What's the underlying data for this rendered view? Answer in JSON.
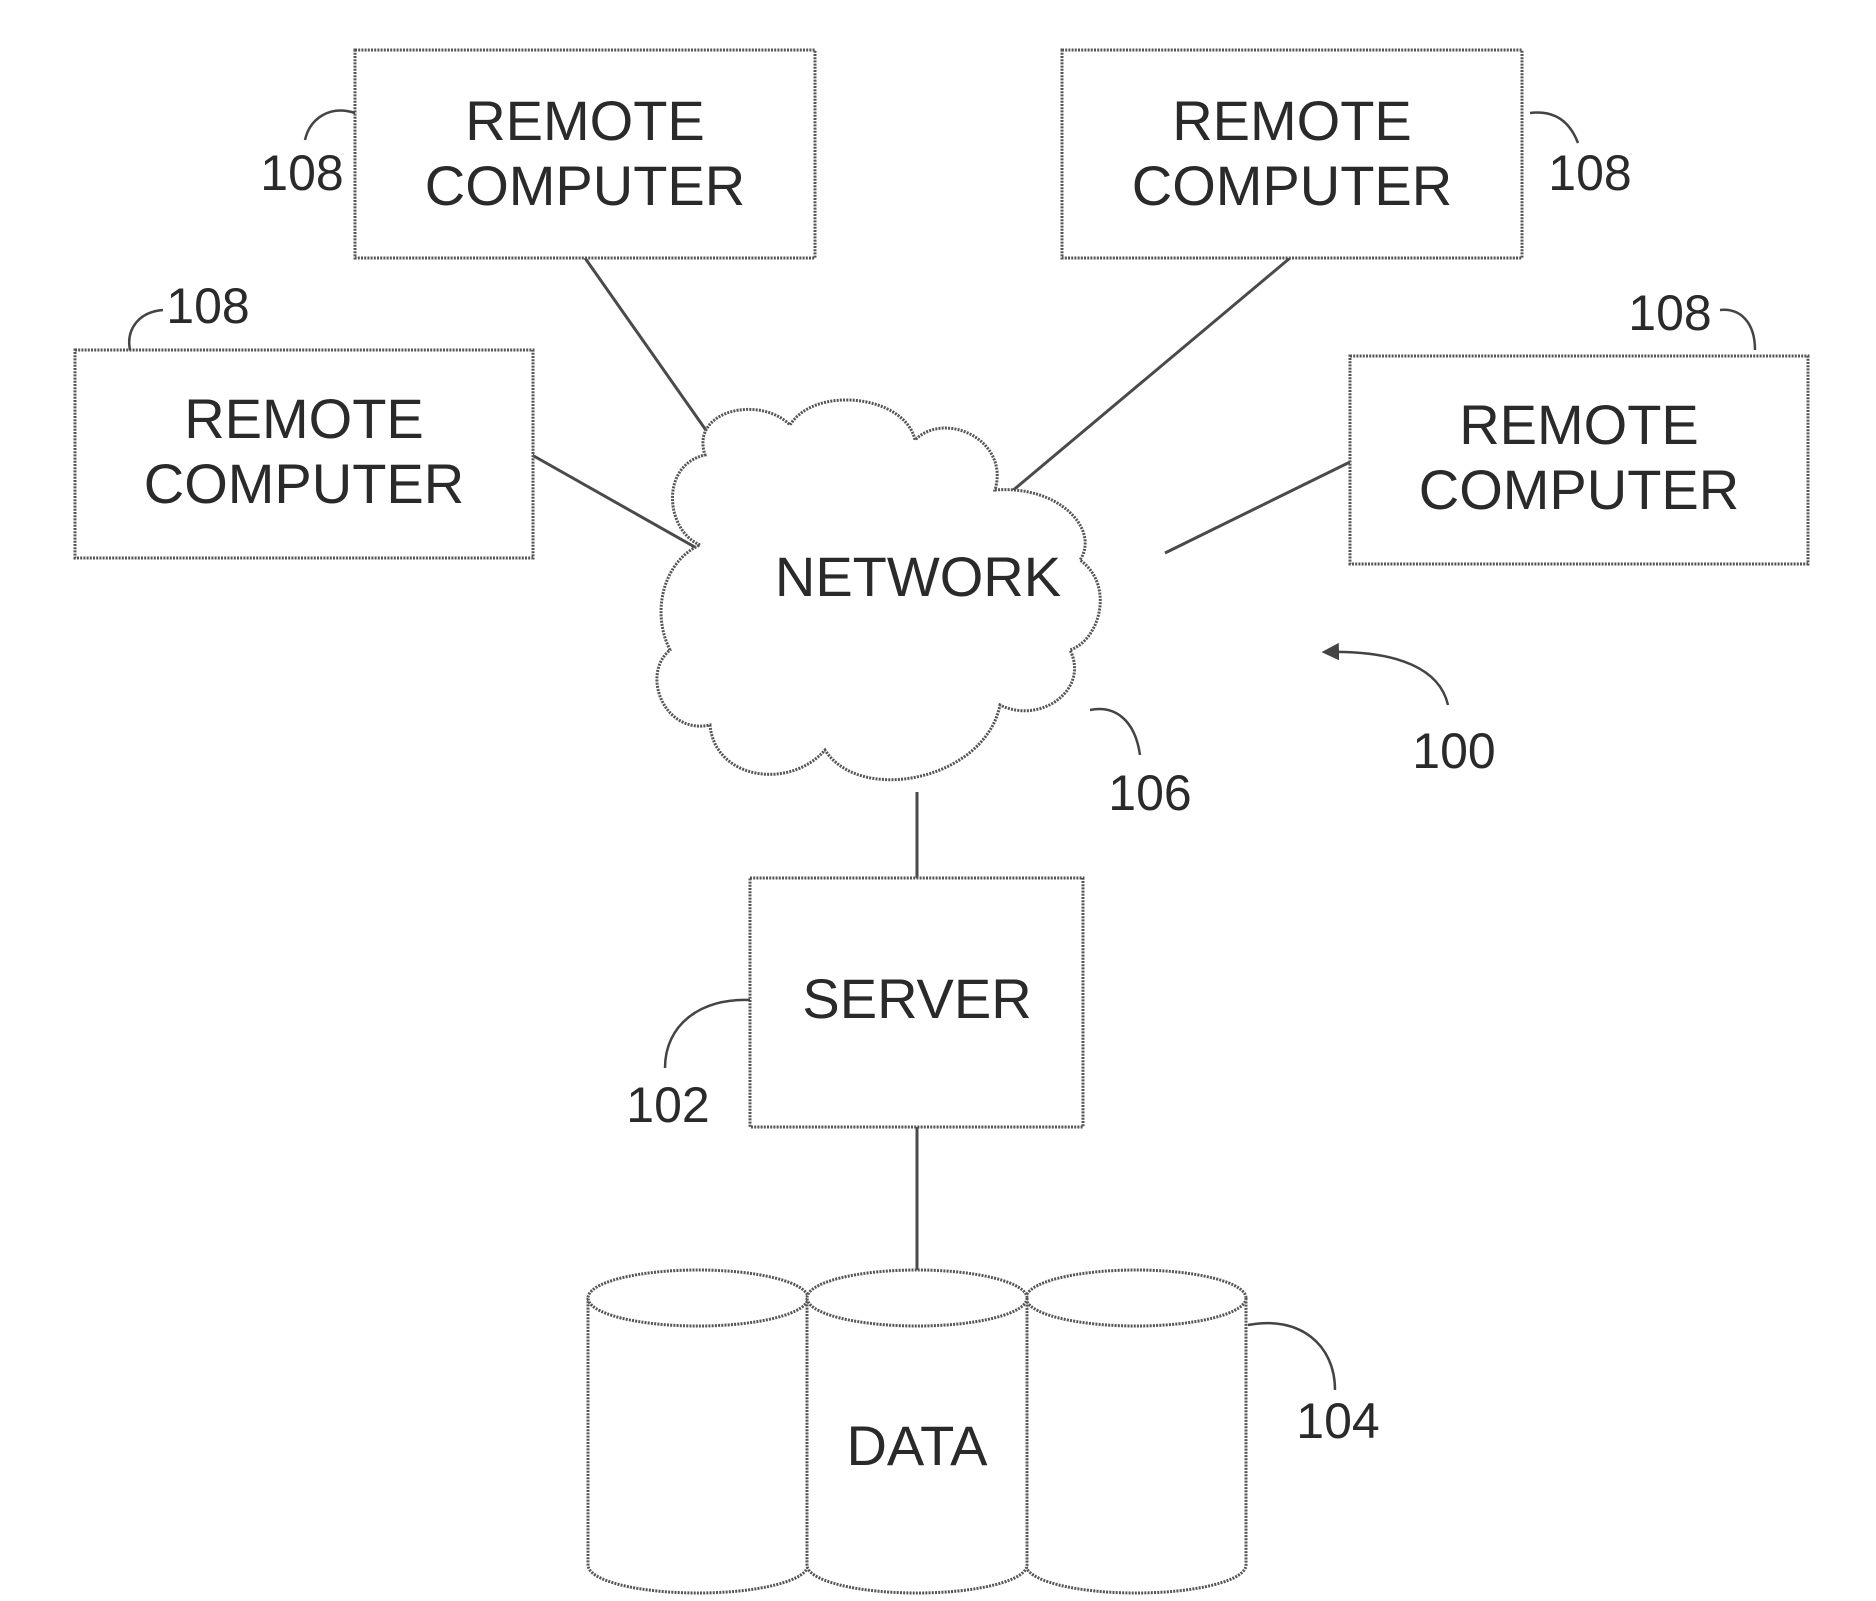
{
  "remote_computers": [
    {
      "label_line1": "REMOTE",
      "label_line2": "COMPUTER",
      "ref": "108"
    },
    {
      "label_line1": "REMOTE",
      "label_line2": "COMPUTER",
      "ref": "108"
    },
    {
      "label_line1": "REMOTE",
      "label_line2": "COMPUTER",
      "ref": "108"
    },
    {
      "label_line1": "REMOTE",
      "label_line2": "COMPUTER",
      "ref": "108"
    }
  ],
  "network": {
    "label": "NETWORK",
    "ref": "106"
  },
  "server": {
    "label": "SERVER",
    "ref": "102"
  },
  "data_store": {
    "label": "DATA",
    "ref": "104"
  },
  "system_ref": "100"
}
